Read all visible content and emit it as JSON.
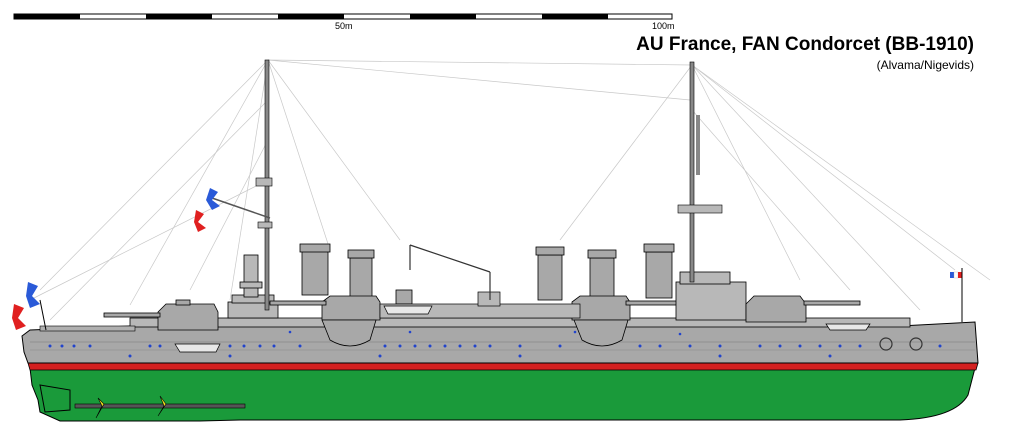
{
  "title": "AU France, FAN Condorcet (BB-1910)",
  "credit": "(Alvama/Nigevids)",
  "scale": {
    "label_mid": "50m",
    "label_end": "100m",
    "segments": 10
  },
  "colors": {
    "hull_grey": "#a8a8a8",
    "superstructure_grey": "#b8b8b8",
    "underwater_green": "#1a9a3a",
    "boot_topping_red": "#d42020",
    "outline": "#000000",
    "porthole_blue": "#2244cc",
    "flag_blue": "#2a5ad8",
    "flag_red": "#e02020",
    "propeller_yellow": "#f0e020"
  },
  "icons": {
    "propeller": "propeller-icon",
    "anchor": "anchor-icon",
    "flag": "flag-icon"
  }
}
